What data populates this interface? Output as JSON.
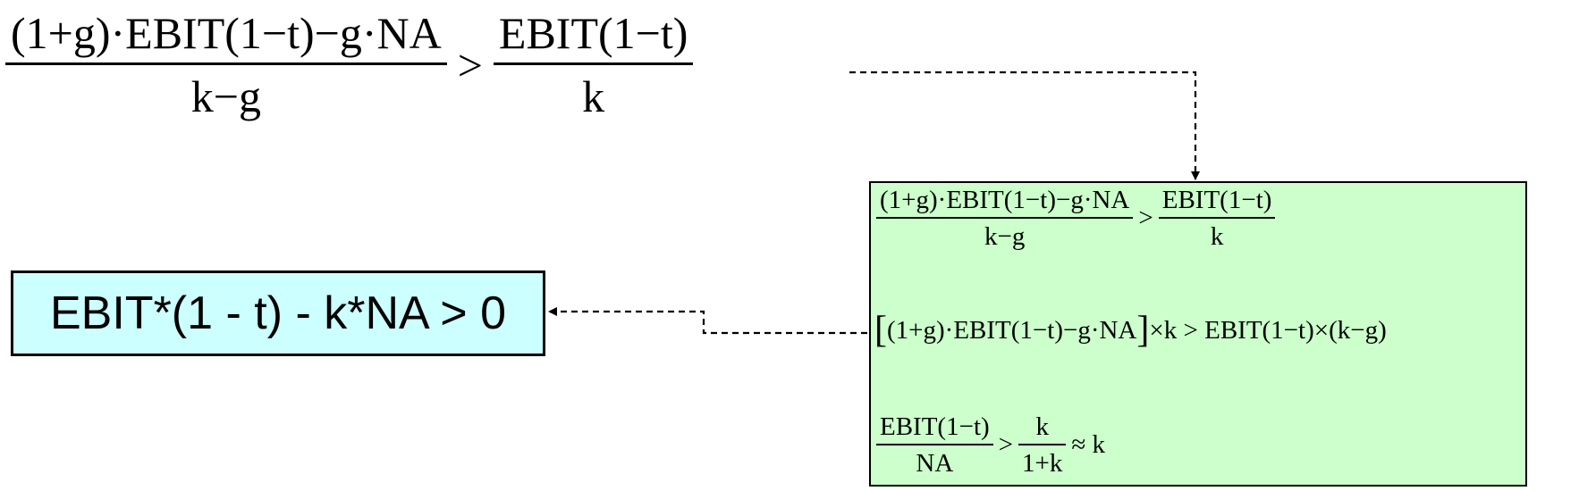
{
  "main_equation": {
    "lhs_numerator": "(1+g)·EBIT(1−t)−g·NA",
    "lhs_denominator": "k−g",
    "relation": ">",
    "rhs_numerator": "EBIT(1−t)",
    "rhs_denominator": "k"
  },
  "derivation_box": {
    "color": "#ccffcc",
    "step1": {
      "lhs_numerator": "(1+g)·EBIT(1−t)−g·NA",
      "lhs_denominator": "k−g",
      "relation": ">",
      "rhs_numerator": "EBIT(1−t)",
      "rhs_denominator": "k"
    },
    "step2": {
      "open_bracket": "[",
      "bracket_content": "(1+g)·EBIT(1−t)−g·NA",
      "close_bracket": "]",
      "rest": "×k > EBIT(1−t)×(k−g)"
    },
    "step3": {
      "lhs_numerator": "EBIT(1−t)",
      "lhs_denominator": "NA",
      "relation": ">",
      "rhs_numerator": "k",
      "rhs_denominator": "1+k",
      "approx": "≈ k"
    }
  },
  "result_box": {
    "text": "EBIT*(1 - t) - k*NA > 0",
    "color": "#ccffff"
  },
  "connectors": {
    "style": "dashed",
    "color": "#000000"
  }
}
